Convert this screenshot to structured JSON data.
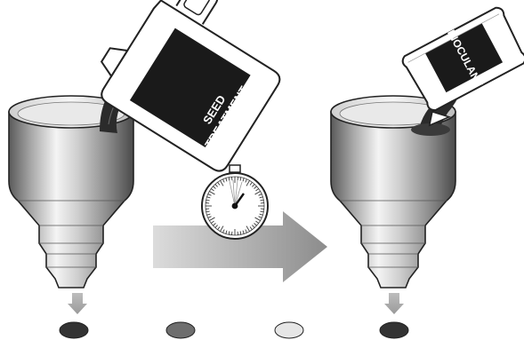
{
  "containers": {
    "seed_treatment": {
      "label_line1": "SEED",
      "label_line2": "TREATMENT"
    },
    "inoculant": {
      "label": "INOCULANT"
    }
  },
  "colors": {
    "background": "#ffffff",
    "label_panel": "#1a1a1a",
    "label_text": "#ffffff",
    "powder": "#2b2b2b",
    "seed_dark": "#333333",
    "seed_medium": "#6e6e6e",
    "seed_light": "#e6e6e6",
    "arrow_light": "#d8d8d8",
    "arrow_dark": "#8f8f8f"
  },
  "icons": [
    "hopper-icon",
    "jug-icon",
    "bag-icon",
    "stopwatch-icon",
    "process-arrow-icon",
    "down-arrow-icon",
    "seed-icon"
  ],
  "seeds": [
    {
      "name": "seed-treated",
      "shade": "dark"
    },
    {
      "name": "seed-drying",
      "shade": "medium"
    },
    {
      "name": "seed-dry",
      "shade": "light"
    },
    {
      "name": "seed-inoculated",
      "shade": "dark"
    }
  ]
}
